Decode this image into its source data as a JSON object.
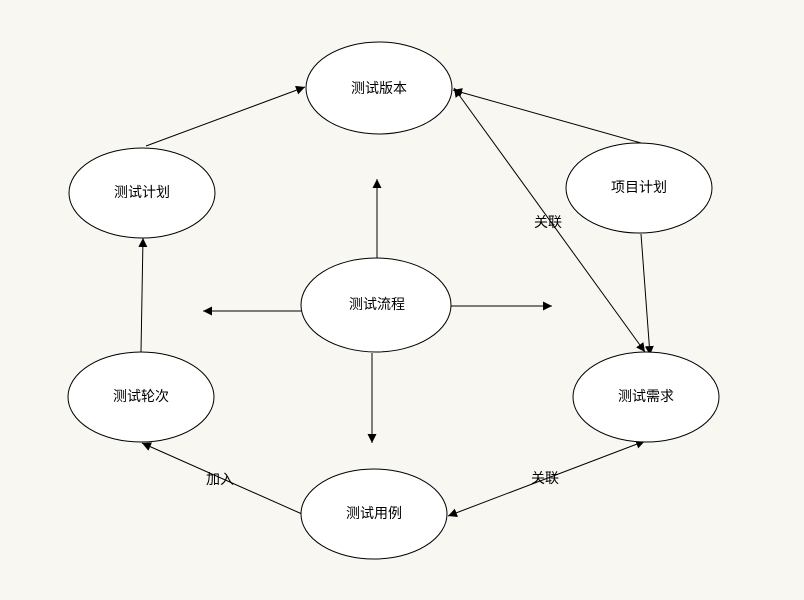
{
  "nodes": {
    "version": "测试版本",
    "plan": "测试计划",
    "project": "项目计划",
    "flow": "测试流程",
    "round": "测试轮次",
    "requirement": "测试需求",
    "case": "测试用例"
  },
  "edge_labels": {
    "case_round": "加入",
    "req_version": "关联",
    "case_req": "关联"
  },
  "colors": {
    "background": "#f9f7f2",
    "node_fill": "#ffffff",
    "stroke": "#000000"
  }
}
